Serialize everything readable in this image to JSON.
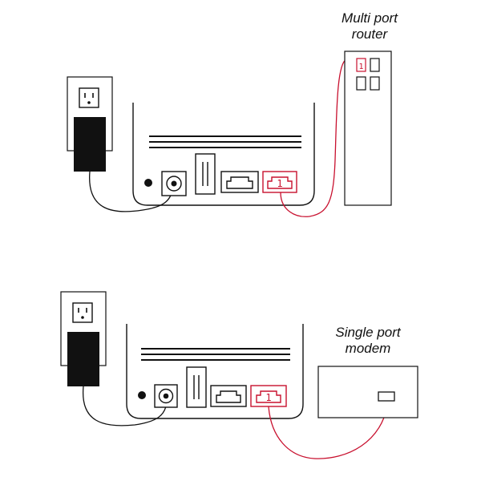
{
  "colors": {
    "line": "#111111",
    "accent": "#c8102e",
    "adapter": "#111111",
    "background": "#ffffff"
  },
  "top_panel": {
    "device_label_line1": "Multi port",
    "device_label_line2": "router",
    "port_number": "1",
    "router_port_number": "1"
  },
  "bottom_panel": {
    "device_label_line1": "Single port",
    "device_label_line2": "modem",
    "port_number": "1"
  }
}
